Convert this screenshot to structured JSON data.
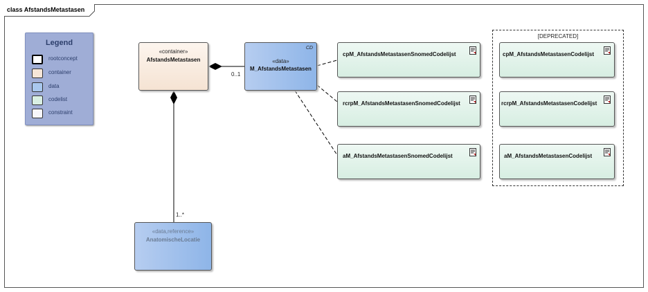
{
  "diagram": {
    "title": "class AfstandsMetastasen"
  },
  "legend": {
    "title": "Legend",
    "items": [
      {
        "label": "rootconcept",
        "color": "#ffffff"
      },
      {
        "label": "container",
        "color": "#f6e6d8"
      },
      {
        "label": "data",
        "color": "#a9c8ee"
      },
      {
        "label": "codelist",
        "color": "#d9efe3"
      },
      {
        "label": "constraint",
        "color": "#f7f7fb"
      }
    ]
  },
  "classes": {
    "container": {
      "stereotype": "«container»",
      "name": "AfstandsMetastasen"
    },
    "data": {
      "stereotype": "«data»",
      "name": "M_AfstandsMetastasen",
      "tag": "CD"
    },
    "reference": {
      "stereotype": "«data,reference»",
      "name": "AnatomischeLocatie"
    }
  },
  "codelists": [
    {
      "name": "cpM_AfstandsMetastasenSnomedCodelijst"
    },
    {
      "name": "rcrpM_AfstandsMetastasenSnomedCodelijst"
    },
    {
      "name": "aM_AfstandsMetastasenSnomedCodelijst"
    }
  ],
  "deprecated": {
    "label": "[DEPRECATED]",
    "codelists": [
      {
        "name": "cpM_AfstandsMetastasenCodelijst"
      },
      {
        "name": "rcrpM_AfstandsMetastasenCodelijst"
      },
      {
        "name": "aM_AfstandsMetastasenCodelijst"
      }
    ]
  },
  "multiplicities": {
    "data_end": "0..1",
    "reference_end": "1..*"
  }
}
